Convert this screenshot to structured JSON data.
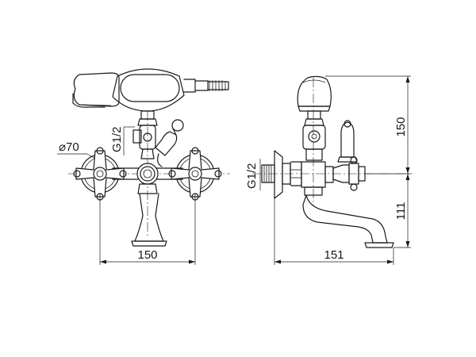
{
  "front_view": {
    "diameter_label": "⌀70",
    "thread_label": "G1/2",
    "width_label": "150"
  },
  "side_view": {
    "thread_label": "G1/2",
    "depth_label": "151",
    "height_upper_label": "150",
    "height_lower_label": "111"
  }
}
